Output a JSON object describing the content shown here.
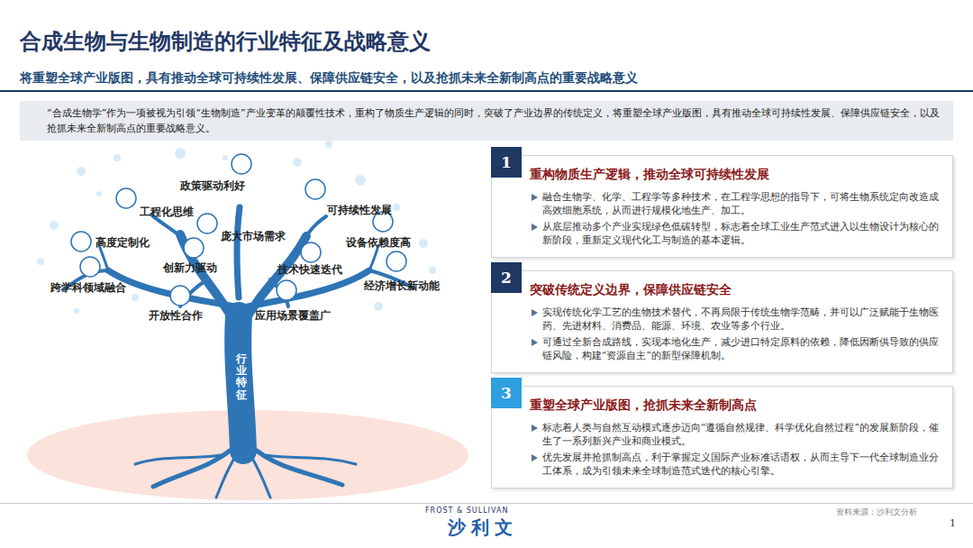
{
  "diagram": {
    "title": "合成生物与生物制造的行业特征及战略意义",
    "nodes": [
      {
        "text": [
          "“合成生物学”作为一项被视为引领“生物制造”产业变革的颠覆性技术，重构了物质生产逻辑的同时，突破了产业边界的传统定义，将重塑全球产业版图，具有推动全球可持续性发展、保障供应链安全，以及抢抓未来全新制高点的重要战略意义。"
        ]
      },
      {
        "text": [
          "重构物质生产逻辑，推动全球可持续性发展",
          "融合生物学、化学、工程学等多种技术，在工程学思想的指导下，可将生物系统定向改造成高效细胞系统，从而进行规模化地生产、加工。",
          "从底层推动多个产业实现绿色低碳转型，标志着全球工业生产范式进入以生物设计为核心的新阶段，重新定义现代化工与制造的基本逻辑。"
        ]
      },
      {
        "text": [
          "1"
        ],
        "in": 1
      },
      {
        "text": [
          "突破传统定义边界，保障供应链安全",
          "实现传统化学工艺的生物技术替代，不再局限于传统生物学范畴，并可以广泛赋能于生物医药、先进材料、消费品、能源、环境、农业等多个行业。",
          "可通过全新合成路线，实现本地化生产，减少进口特定原料的依赖，降低因断供导致的供应链风险，构建“资源自主”的新型保障机制。"
        ]
      },
      {
        "text": [
          "2"
        ],
        "in": 3
      },
      {
        "text": [
          "重塑全球产业版图，抢抓未来全新制高点",
          "标志着人类与自然互动模式逐步迈向“遵循自然规律、科学优化自然过程”的发展新阶段，催生了一系列新兴产业和商业模式。",
          "优先发展并抢抓制高点，利于掌握定义国际产业标准话语权，从而主导下一代全球制造业分工体系，成为引领未来全球制造范式迭代的核心引擎。"
        ]
      },
      {
        "text": [
          "3"
        ],
        "in": 5
      }
    ],
    "labels": [
      "将重塑全球产业版图，具有推动全球可持续性发展、保障供应链安全，以及抢抓未来全新制高点的重要战略意义",
      "政策驱动利好",
      "工程化思维",
      "可持续性发展",
      "高度定制化",
      "庞大市场需求",
      "设备依赖度高",
      "创新力驱动",
      "技术快速迭代",
      "跨学科领域融合",
      "经济增长新动能",
      "开放性合作",
      "应用场景覆盖广",
      "行业特征",
      "FROST & SULLIVAN",
      "沙利文",
      "资料来源：沙利文分析",
      "1"
    ]
  }
}
